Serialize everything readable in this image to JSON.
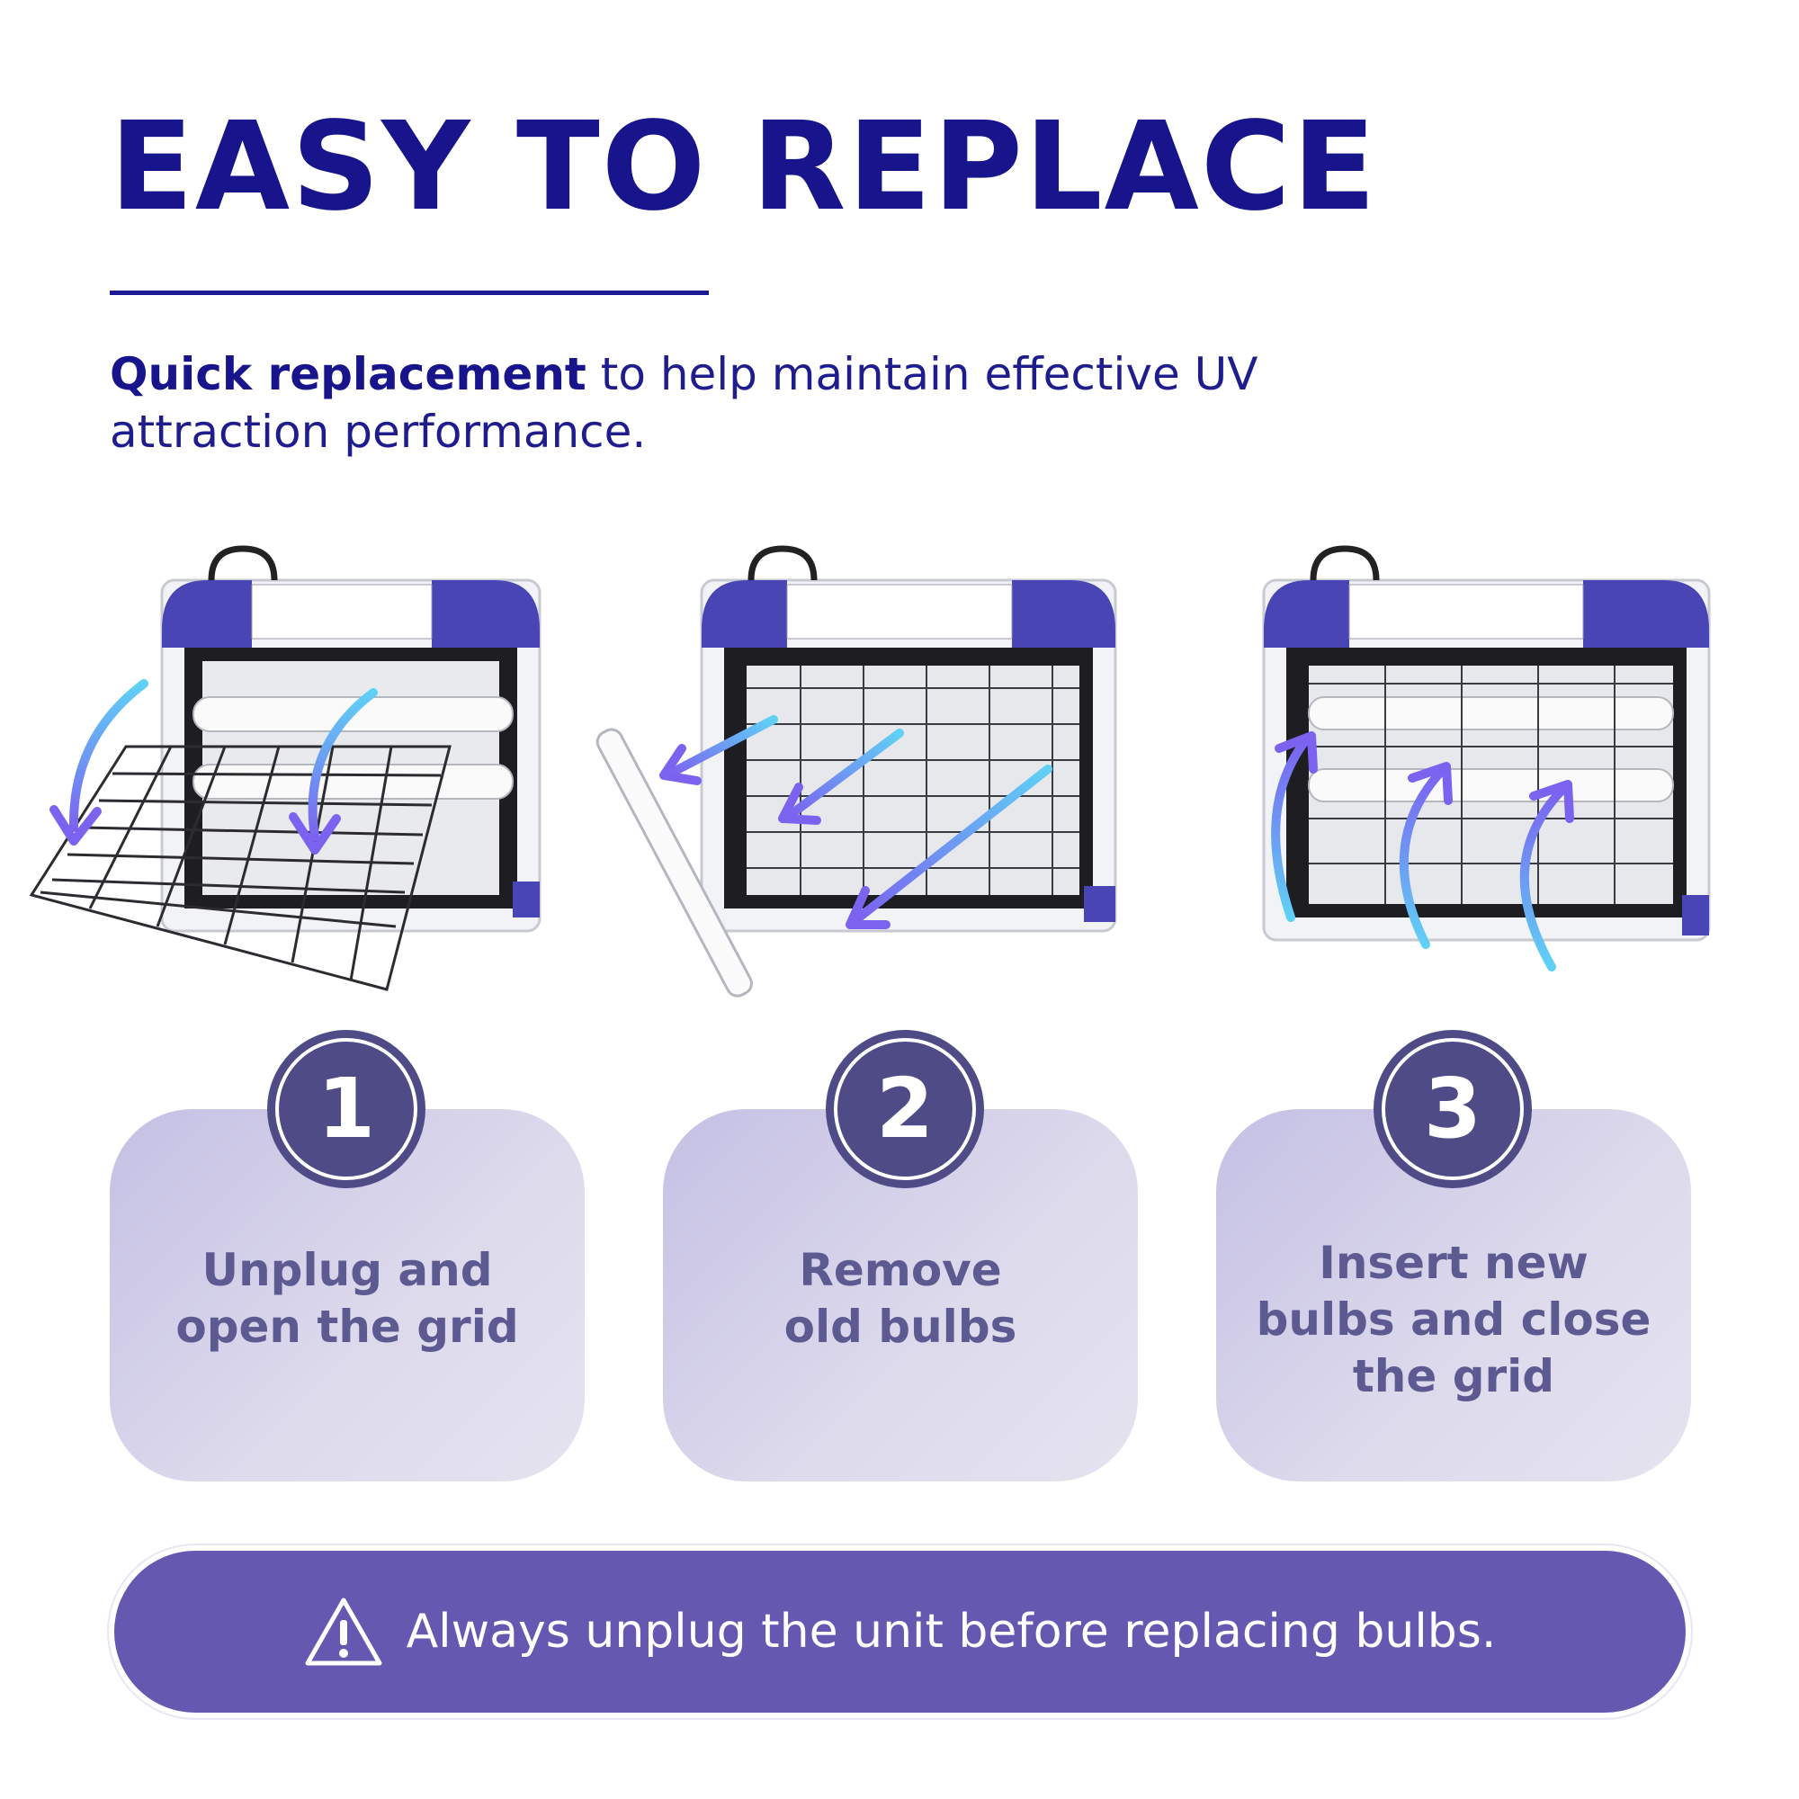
{
  "header": {
    "title": "EASY TO REPLACE",
    "subtitle_bold": "Quick replacement",
    "subtitle_rest": " to help maintain effective UV attraction performance."
  },
  "steps": [
    {
      "number": "1",
      "lines": [
        "Unplug and",
        "open the grid"
      ]
    },
    {
      "number": "2",
      "lines": [
        "Remove",
        "old bulbs"
      ]
    },
    {
      "number": "3",
      "lines": [
        "Insert new",
        "bulbs and close",
        "the grid"
      ]
    }
  ],
  "warning": {
    "text": "Always unplug the unit before replacing bulbs.",
    "icon": "warning-triangle-icon"
  },
  "colors": {
    "brand_navy": "#17148c",
    "brand_purple": "#6458b1",
    "card_text": "#5d5a92",
    "badge": "#4e4b86",
    "device_accent": "#4a45b4"
  }
}
